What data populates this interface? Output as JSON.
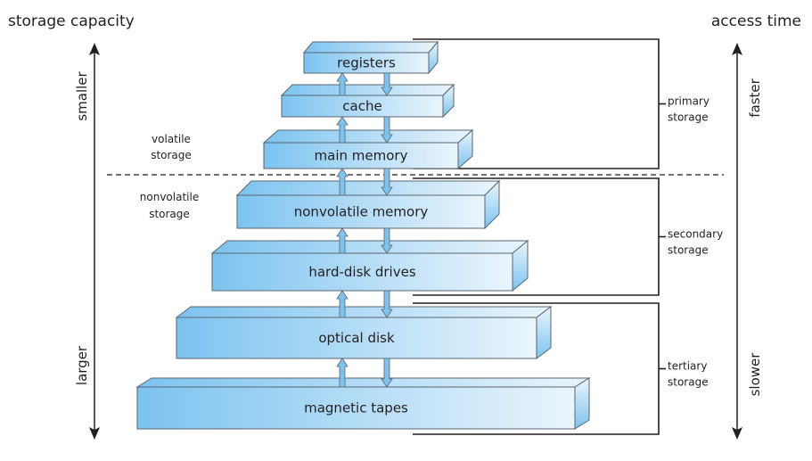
{
  "headers": {
    "left": "storage capacity",
    "right": "access time"
  },
  "left_axis": {
    "top_label": "smaller",
    "bottom_label": "larger",
    "direction": "both"
  },
  "right_axis": {
    "top_label": "faster",
    "bottom_label": "slower",
    "direction": "both"
  },
  "volatility": {
    "volatile": [
      "volatile",
      "storage"
    ],
    "nonvolatile": [
      "nonvolatile",
      "storage"
    ]
  },
  "tiers": [
    {
      "key": "primary",
      "lines": [
        "primary",
        "storage"
      ]
    },
    {
      "key": "secondary",
      "lines": [
        "secondary",
        "storage"
      ]
    },
    {
      "key": "tertiary",
      "lines": [
        "tertiary",
        "storage"
      ]
    }
  ],
  "levels": [
    {
      "label": "registers",
      "tier": "primary",
      "volatile": true
    },
    {
      "label": "cache",
      "tier": "primary",
      "volatile": true
    },
    {
      "label": "main memory",
      "tier": "primary",
      "volatile": true
    },
    {
      "label": "nonvolatile memory",
      "tier": "secondary",
      "volatile": false
    },
    {
      "label": "hard-disk drives",
      "tier": "secondary",
      "volatile": false
    },
    {
      "label": "optical disk",
      "tier": "tertiary",
      "volatile": false
    },
    {
      "label": "magnetic tapes",
      "tier": "tertiary",
      "volatile": false
    }
  ],
  "colors": {
    "box_light": "#eaf5fc",
    "box_dark": "#7cc3f0",
    "box_stroke": "#5a6670",
    "arrow_fill": "#7cc3f0",
    "line": "#231f20"
  }
}
